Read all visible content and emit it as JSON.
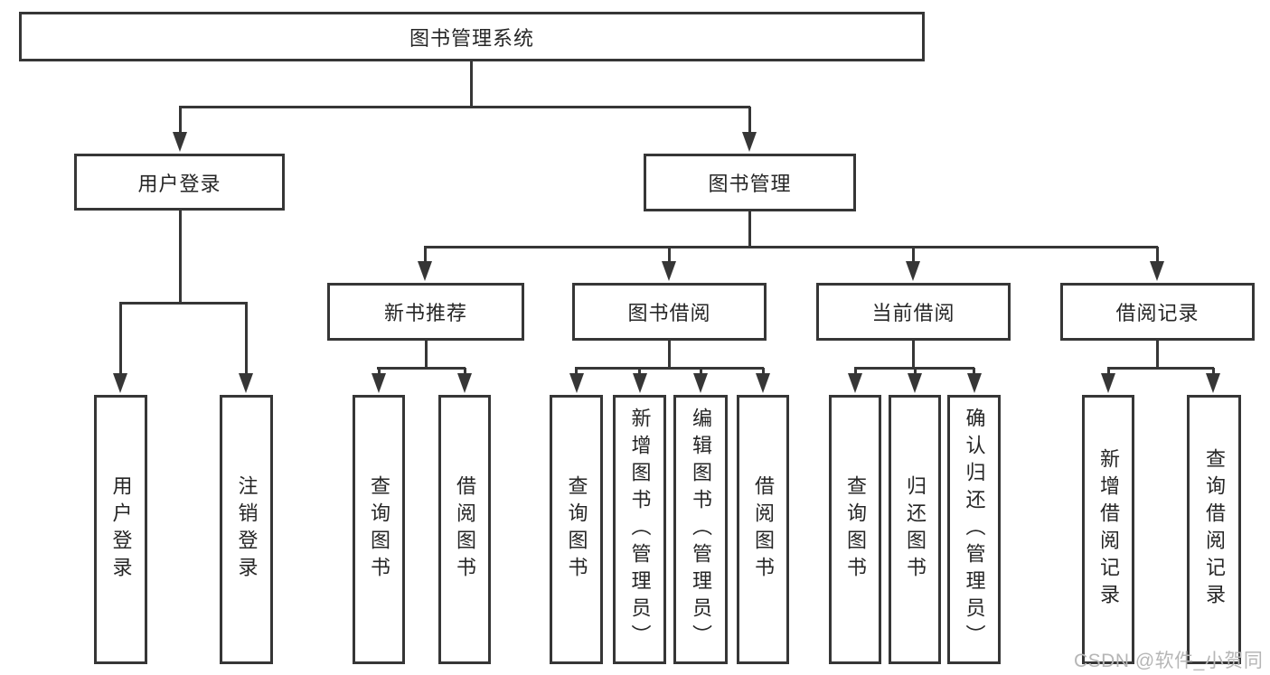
{
  "colors": {
    "line": "#363636",
    "text": "#262626",
    "watermark": "#b6b6b6",
    "background": "#ffffff"
  },
  "watermark": "CSDN @软件_小贺同学",
  "tree": {
    "label": "图书管理系统",
    "children": [
      {
        "label": "用户登录",
        "children": [
          {
            "label": "用户登录"
          },
          {
            "label": "注销登录"
          }
        ]
      },
      {
        "label": "图书管理",
        "children": [
          {
            "label": "新书推荐",
            "children": [
              {
                "label": "查询图书"
              },
              {
                "label": "借阅图书"
              }
            ]
          },
          {
            "label": "图书借阅",
            "children": [
              {
                "label": "查询图书"
              },
              {
                "label": "新增图书（管理员）"
              },
              {
                "label": "编辑图书（管理员）"
              },
              {
                "label": "借阅图书"
              }
            ]
          },
          {
            "label": "当前借阅",
            "children": [
              {
                "label": "查询图书"
              },
              {
                "label": "归还图书"
              },
              {
                "label": "确认归还（管理员）"
              }
            ]
          },
          {
            "label": "借阅记录",
            "children": [
              {
                "label": "新增借阅记录"
              },
              {
                "label": "查询借阅记录"
              }
            ]
          }
        ]
      }
    ]
  }
}
